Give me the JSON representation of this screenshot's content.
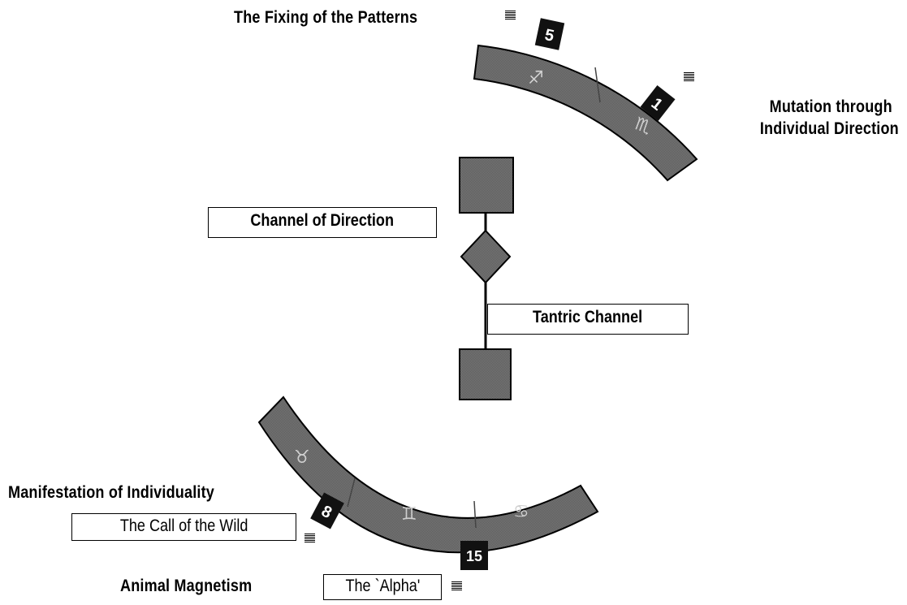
{
  "labels": {
    "top_gate": "The Fixing of the Patterns",
    "right_gate_line1": "Mutation through",
    "right_gate_line2": "Individual Direction",
    "channel_direction": "Channel of Direction",
    "channel_tantric": "Tantric Channel",
    "gate8_title": "Manifestation of Individuality",
    "gate8_line": "The Call of the Wild",
    "gate15_title": "Animal Magnetism",
    "gate15_line": "The `Alpha'"
  },
  "gates": {
    "top_left": "5",
    "top_right": "1",
    "bottom_left": "8",
    "bottom_mid": "15"
  },
  "zodiac": {
    "sagittarius": "♐",
    "scorpio": "♏",
    "taurus": "♉",
    "gemini": "♊",
    "cancer": "♋"
  },
  "colors": {
    "band": "#6b6b6b",
    "center": "#6f6f6f",
    "gate_box": "#111111",
    "outline": "#000000"
  }
}
